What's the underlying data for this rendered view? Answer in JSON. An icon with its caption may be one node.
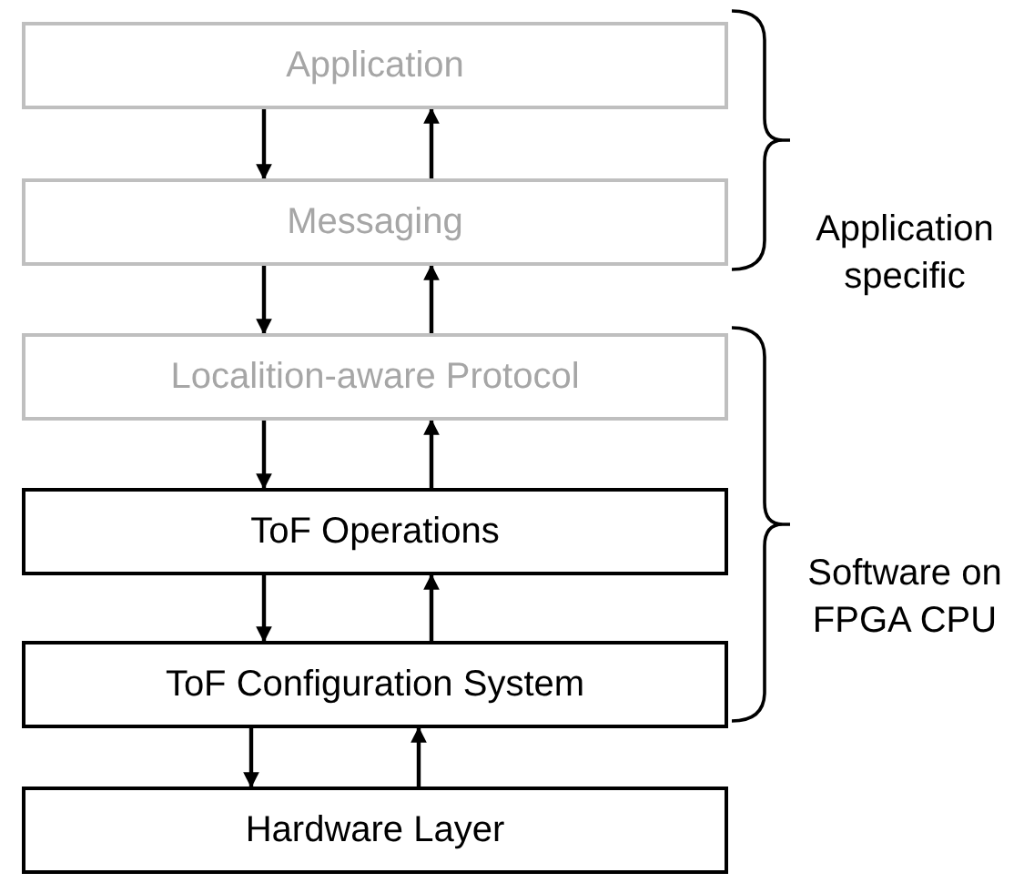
{
  "diagram": {
    "nodes": [
      {
        "text": [
          "Application"
        ]
      },
      {
        "text": [
          "Messaging"
        ]
      },
      {
        "text": [
          "Localition-aware Protocol"
        ]
      },
      {
        "text": [
          "ToF Operations"
        ]
      },
      {
        "text": [
          "ToF Configuration System"
        ]
      },
      {
        "text": [
          "Hardware Layer"
        ]
      }
    ],
    "edges": [
      {
        "from": 0,
        "to": 1,
        "arrow": "to"
      },
      {
        "from": 1,
        "to": 0,
        "arrow": "to"
      },
      {
        "from": 1,
        "to": 2,
        "arrow": "to"
      },
      {
        "from": 2,
        "to": 1,
        "arrow": "to"
      },
      {
        "from": 2,
        "to": 3,
        "arrow": "to"
      },
      {
        "from": 3,
        "to": 2,
        "arrow": "to"
      },
      {
        "from": 3,
        "to": 4,
        "arrow": "to"
      },
      {
        "from": 4,
        "to": 3,
        "arrow": "to"
      },
      {
        "from": 4,
        "to": 5,
        "arrow": "to"
      },
      {
        "from": 5,
        "to": 4,
        "arrow": "to"
      }
    ],
    "labels": [
      "Application specific",
      "Software on FPGA CPU"
    ]
  }
}
